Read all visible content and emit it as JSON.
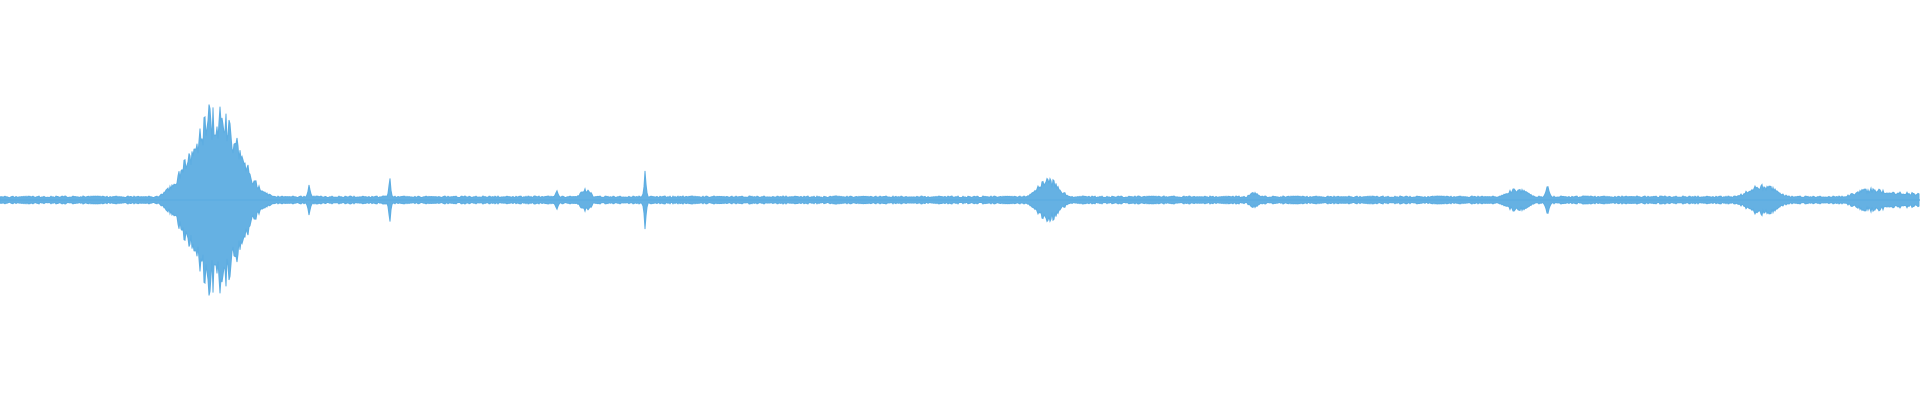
{
  "waveform": {
    "color": "#5dade2",
    "baseline_amplitude": 0.012,
    "noise_amplitude": 0.008,
    "events": [
      {
        "t": 0.112,
        "amp": 0.5,
        "width": 0.012,
        "shape": "burst"
      },
      {
        "t": 0.161,
        "amp": 0.08,
        "width": 0.0015,
        "shape": "spike"
      },
      {
        "t": 0.203,
        "amp": 0.13,
        "width": 0.001,
        "shape": "spike"
      },
      {
        "t": 0.29,
        "amp": 0.05,
        "width": 0.002,
        "shape": "spike"
      },
      {
        "t": 0.305,
        "amp": 0.06,
        "width": 0.003,
        "shape": "burst"
      },
      {
        "t": 0.336,
        "amp": 0.16,
        "width": 0.001,
        "shape": "spike"
      },
      {
        "t": 0.546,
        "amp": 0.11,
        "width": 0.006,
        "shape": "burst"
      },
      {
        "t": 0.653,
        "amp": 0.04,
        "width": 0.003,
        "shape": "burst"
      },
      {
        "t": 0.79,
        "amp": 0.06,
        "width": 0.006,
        "shape": "burst"
      },
      {
        "t": 0.806,
        "amp": 0.08,
        "width": 0.002,
        "shape": "spike"
      },
      {
        "t": 0.918,
        "amp": 0.08,
        "width": 0.008,
        "shape": "burst"
      },
      {
        "t": 0.975,
        "amp": 0.06,
        "width": 0.01,
        "shape": "burst"
      },
      {
        "t": 0.99,
        "amp": 0.04,
        "width": 0.02,
        "shape": "burst"
      }
    ]
  }
}
